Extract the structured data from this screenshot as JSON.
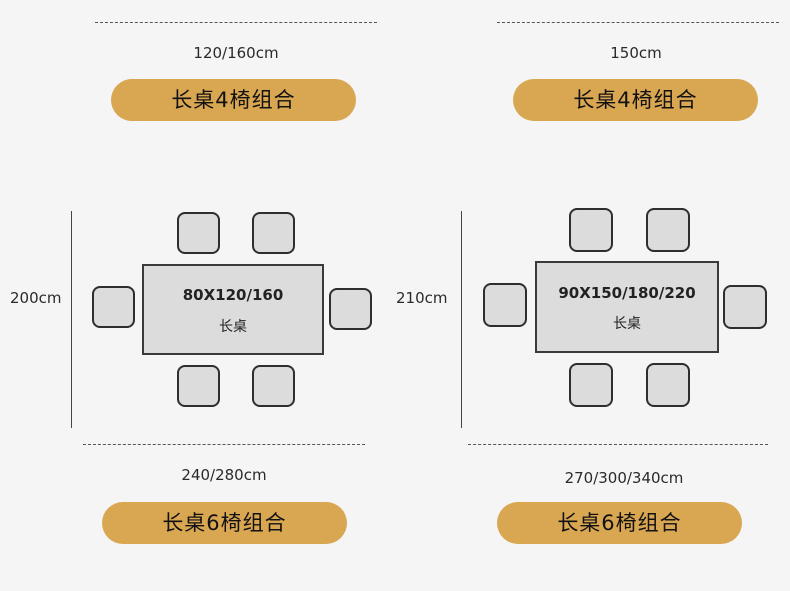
{
  "top_left": {
    "dimension": "120/160cm",
    "label": "长桌4椅组合"
  },
  "top_right": {
    "dimension": "150cm",
    "label": "长桌4椅组合"
  },
  "left_diagram": {
    "side_dimension": "200cm",
    "table_size": "80X120/160",
    "table_name": "长桌",
    "bottom_dimension": "240/280cm",
    "label": "长桌6椅组合"
  },
  "right_diagram": {
    "side_dimension": "210cm",
    "table_size": "90X150/180/220",
    "table_name": "长桌",
    "bottom_dimension": "270/300/340cm",
    "label": "长桌6椅组合"
  },
  "colors": {
    "pill": "#d9a652",
    "furniture": "#dcdcdc",
    "background": "#f5f5f5"
  }
}
